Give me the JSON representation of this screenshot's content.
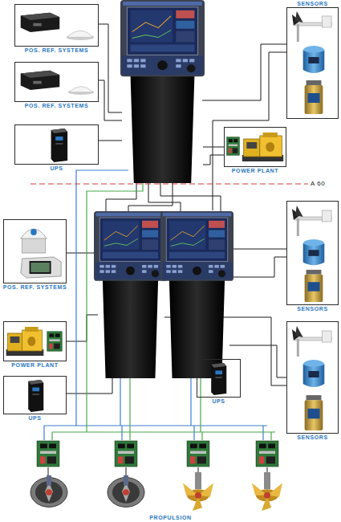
{
  "diagram": {
    "nodes": [
      {
        "text": [
          "SENSORS"
        ]
      },
      {
        "text": [
          "POS. REF. SYSTEMS"
        ]
      },
      {
        "text": [
          "POS. REF. SYSTEMS"
        ]
      },
      {
        "text": [
          "UPS"
        ]
      },
      {
        "text": [
          "POWER PLANT"
        ]
      },
      {
        "text": [
          "POS. REF. SYSTEMS"
        ]
      },
      {
        "text": [
          "SENSORS"
        ]
      },
      {
        "text": [
          "POWER PLANT"
        ]
      },
      {
        "text": [
          "UPS"
        ]
      },
      {
        "text": [
          "SENSORS"
        ]
      },
      {
        "text": [
          "UPS"
        ]
      }
    ],
    "labels": [
      "A 60",
      "PROPULSION"
    ]
  }
}
